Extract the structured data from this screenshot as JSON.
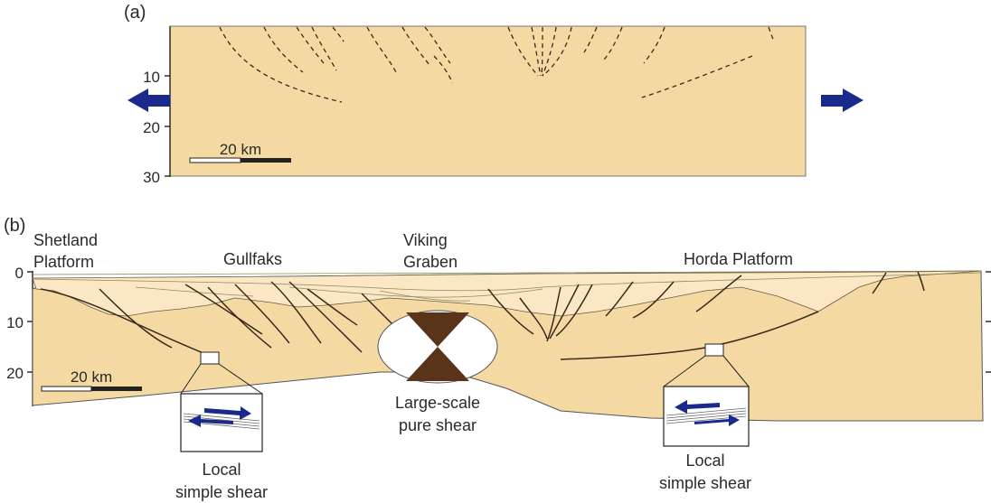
{
  "panel_a": {
    "label": "(a)",
    "depth_ticks": [
      "10",
      "20",
      "30"
    ],
    "scale_label": "20 km"
  },
  "panel_b": {
    "label": "(b)",
    "depth_ticks": [
      "0",
      "10",
      "20"
    ],
    "scale_label": "20 km",
    "place_labels": {
      "shetland_line1": "Shetland",
      "shetland_line2": "Platform",
      "gullfaks": "Gullfaks",
      "viking_line1": "Viking",
      "viking_line2": "Graben",
      "horda": "Horda Platform"
    },
    "pure_shear_line1": "Large-scale",
    "pure_shear_line2": "pure shear",
    "left_inset_line1": "Local",
    "left_inset_line2": "simple shear",
    "right_inset_line1": "Local",
    "right_inset_line2": "simple shear"
  },
  "colors": {
    "crust": "#f4d9a2",
    "sediment": "#fbe7c4",
    "arrow": "#1a2a8c",
    "pure_shear_dark": "#5a3418"
  }
}
